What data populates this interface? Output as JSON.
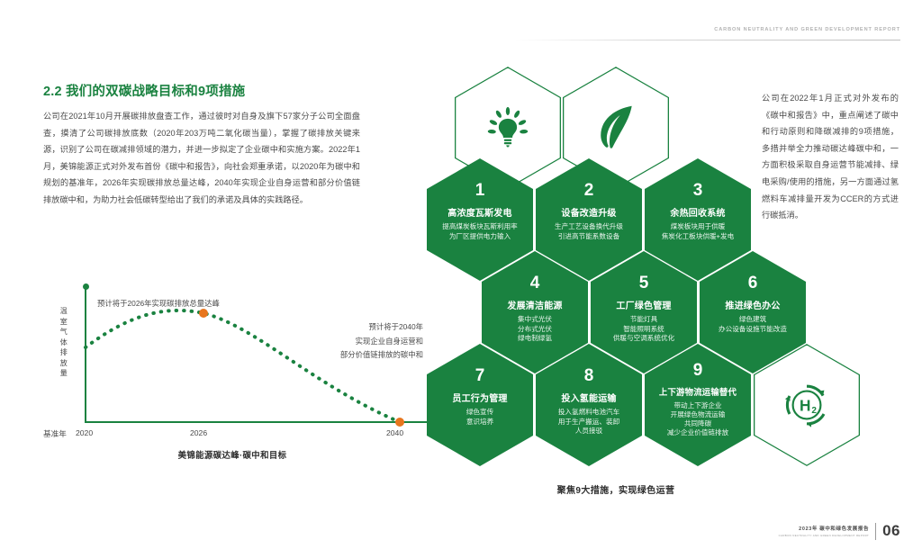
{
  "header": {
    "running_head": "CARBON NEUTRALITY AND GREEN DEVELOPMENT REPORT"
  },
  "left": {
    "heading": "2.2 我们的双碳战略目标和9项措施",
    "body": "公司在2021年10月开展碳排放盘查工作，通过彼时对自身及旗下57家分子公司全面盘查，摸清了公司碳排放底数（2020年203万吨二氧化碳当量），掌握了碳排放关键来源，识别了公司在碳减排领域的潜力，并进一步拟定了企业碳中和实施方案。2022年1月，美锦能源正式对外发布首份《碳中和报告》，向社会郑重承诺，以2020年为碳中和规划的基准年，2026年实现碳排放总量达峰，2040年实现企业自身运营和部分价值链排放碳中和，为助力社会低碳转型给出了我们的承诺及具体的实践路径。"
  },
  "right": {
    "body": "公司在2022年1月正式对外发布的《碳中和报告》中，重点阐述了碳中和行动原则和降碳减排的9项措施，多措并举全力推动碳达峰碳中和，一方面积极采取自身运营节能减排、绿电采购/使用的措施，另一方面通过氢燃料车减排量开发为CCER的方式进行碳抵消。"
  },
  "chart_data": {
    "type": "line",
    "title": "美锦能源碳达峰·碳中和目标",
    "xlabel": "",
    "ylabel": "温室气体排放量",
    "baseline_label": "基准年",
    "tick_labels": [
      "2020",
      "2026",
      "2040"
    ],
    "x": [
      2020,
      2026,
      2040
    ],
    "values": [
      62,
      100,
      0
    ],
    "ylim": [
      0,
      110
    ],
    "grid": false,
    "legend": "none",
    "line_style": "dotted",
    "line_color": "#1a8240",
    "marker_color": "#e8761e",
    "annotations": [
      {
        "at": "2026",
        "text": "预计将于2026年实现碳排放总量达峰"
      },
      {
        "at": "2040",
        "lines": [
          "预计将于2040年",
          "实现企业自身运营和",
          "部分价值链排放的碳中和"
        ]
      }
    ]
  },
  "hex": {
    "icons": [
      {
        "name": "lightbulb-leaf-icon"
      },
      {
        "name": "leaf-icon"
      },
      {
        "name": "hydrogen-recycle-icon",
        "label": "H₂"
      }
    ],
    "items": [
      {
        "num": "1",
        "title": "高浓度瓦斯发电",
        "lines": [
          "提高煤炭板块瓦斯利用率",
          "为厂区提供电力输入"
        ]
      },
      {
        "num": "2",
        "title": "设备改造升级",
        "lines": [
          "生产工艺设备换代升级",
          "引进高节能系数设备"
        ]
      },
      {
        "num": "3",
        "title": "余热回收系统",
        "lines": [
          "煤炭板块用于供暖",
          "焦炭化工板块供暖+发电"
        ]
      },
      {
        "num": "4",
        "title": "发展清洁能源",
        "lines": [
          "集中式光伏",
          "分布式光伏",
          "绿电制绿氢"
        ]
      },
      {
        "num": "5",
        "title": "工厂绿色管理",
        "lines": [
          "节能灯具",
          "智能照明系统",
          "供暖与空调系统优化"
        ]
      },
      {
        "num": "6",
        "title": "推进绿色办公",
        "lines": [
          "绿色建筑",
          "办公设备设施节能改造"
        ]
      },
      {
        "num": "7",
        "title": "员工行为管理",
        "lines": [
          "绿色宣传",
          "意识培养"
        ]
      },
      {
        "num": "8",
        "title": "投入氢能运输",
        "lines": [
          "投入氢燃料电池汽车",
          "用于生产搬运、装卸",
          "人员接驳"
        ]
      },
      {
        "num": "9",
        "title": "上下游物流运输替代",
        "lines": [
          "带动上下游企业",
          "开展绿色物流运输",
          "共同降碳",
          "减少企业价值链排放"
        ]
      }
    ],
    "caption": "聚焦9大措施，实现绿色运营"
  },
  "footer": {
    "cn": "2023年 碳中和绿色发展报告",
    "en": "CARBON NEUTRALITY AND GREEN DEVELOPMENT REPORT",
    "page": "06"
  },
  "colors": {
    "green": "#1a8240",
    "orange": "#e8761e"
  }
}
